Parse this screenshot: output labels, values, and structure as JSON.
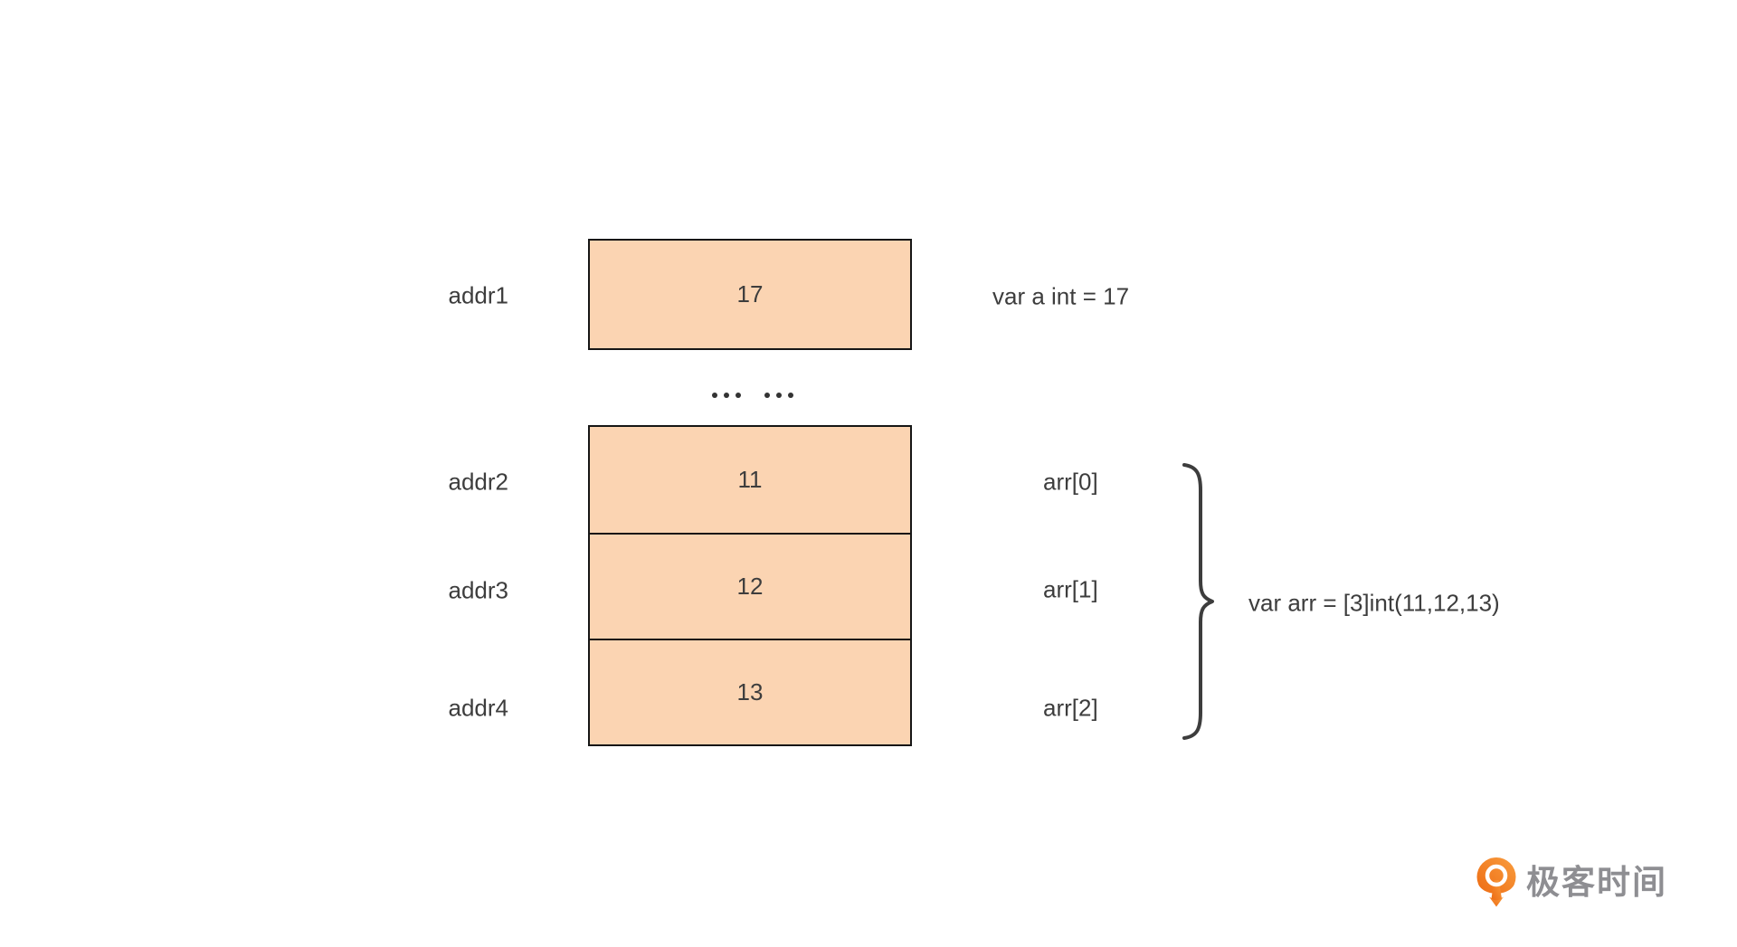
{
  "diagram": {
    "single_cell": {
      "address_label": "addr1",
      "value": "17",
      "annotation": "var a int = 17"
    },
    "ellipsis": {
      "text": "... ...",
      "groups": 2,
      "dots_per_group": 3
    },
    "array_cells": [
      {
        "address_label": "addr2",
        "value": "11",
        "index_label": "arr[0]"
      },
      {
        "address_label": "addr3",
        "value": "12",
        "index_label": "arr[1]"
      },
      {
        "address_label": "addr4",
        "value": "13",
        "index_label": "arr[2]"
      }
    ],
    "array_annotation": "var arr = [3]int(11,12,13)",
    "colors": {
      "cell_fill": "#fbd4b2",
      "cell_border": "#161616",
      "text": "#3d3d3d",
      "brace": "#3d3d3d"
    }
  },
  "branding": {
    "logo_icon": "geektime-pin-icon",
    "logo_text": "极客时间",
    "logo_orange_dark": "#ed6a12",
    "logo_orange_light": "#f99d3e",
    "logo_text_color": "#8e8e92"
  }
}
